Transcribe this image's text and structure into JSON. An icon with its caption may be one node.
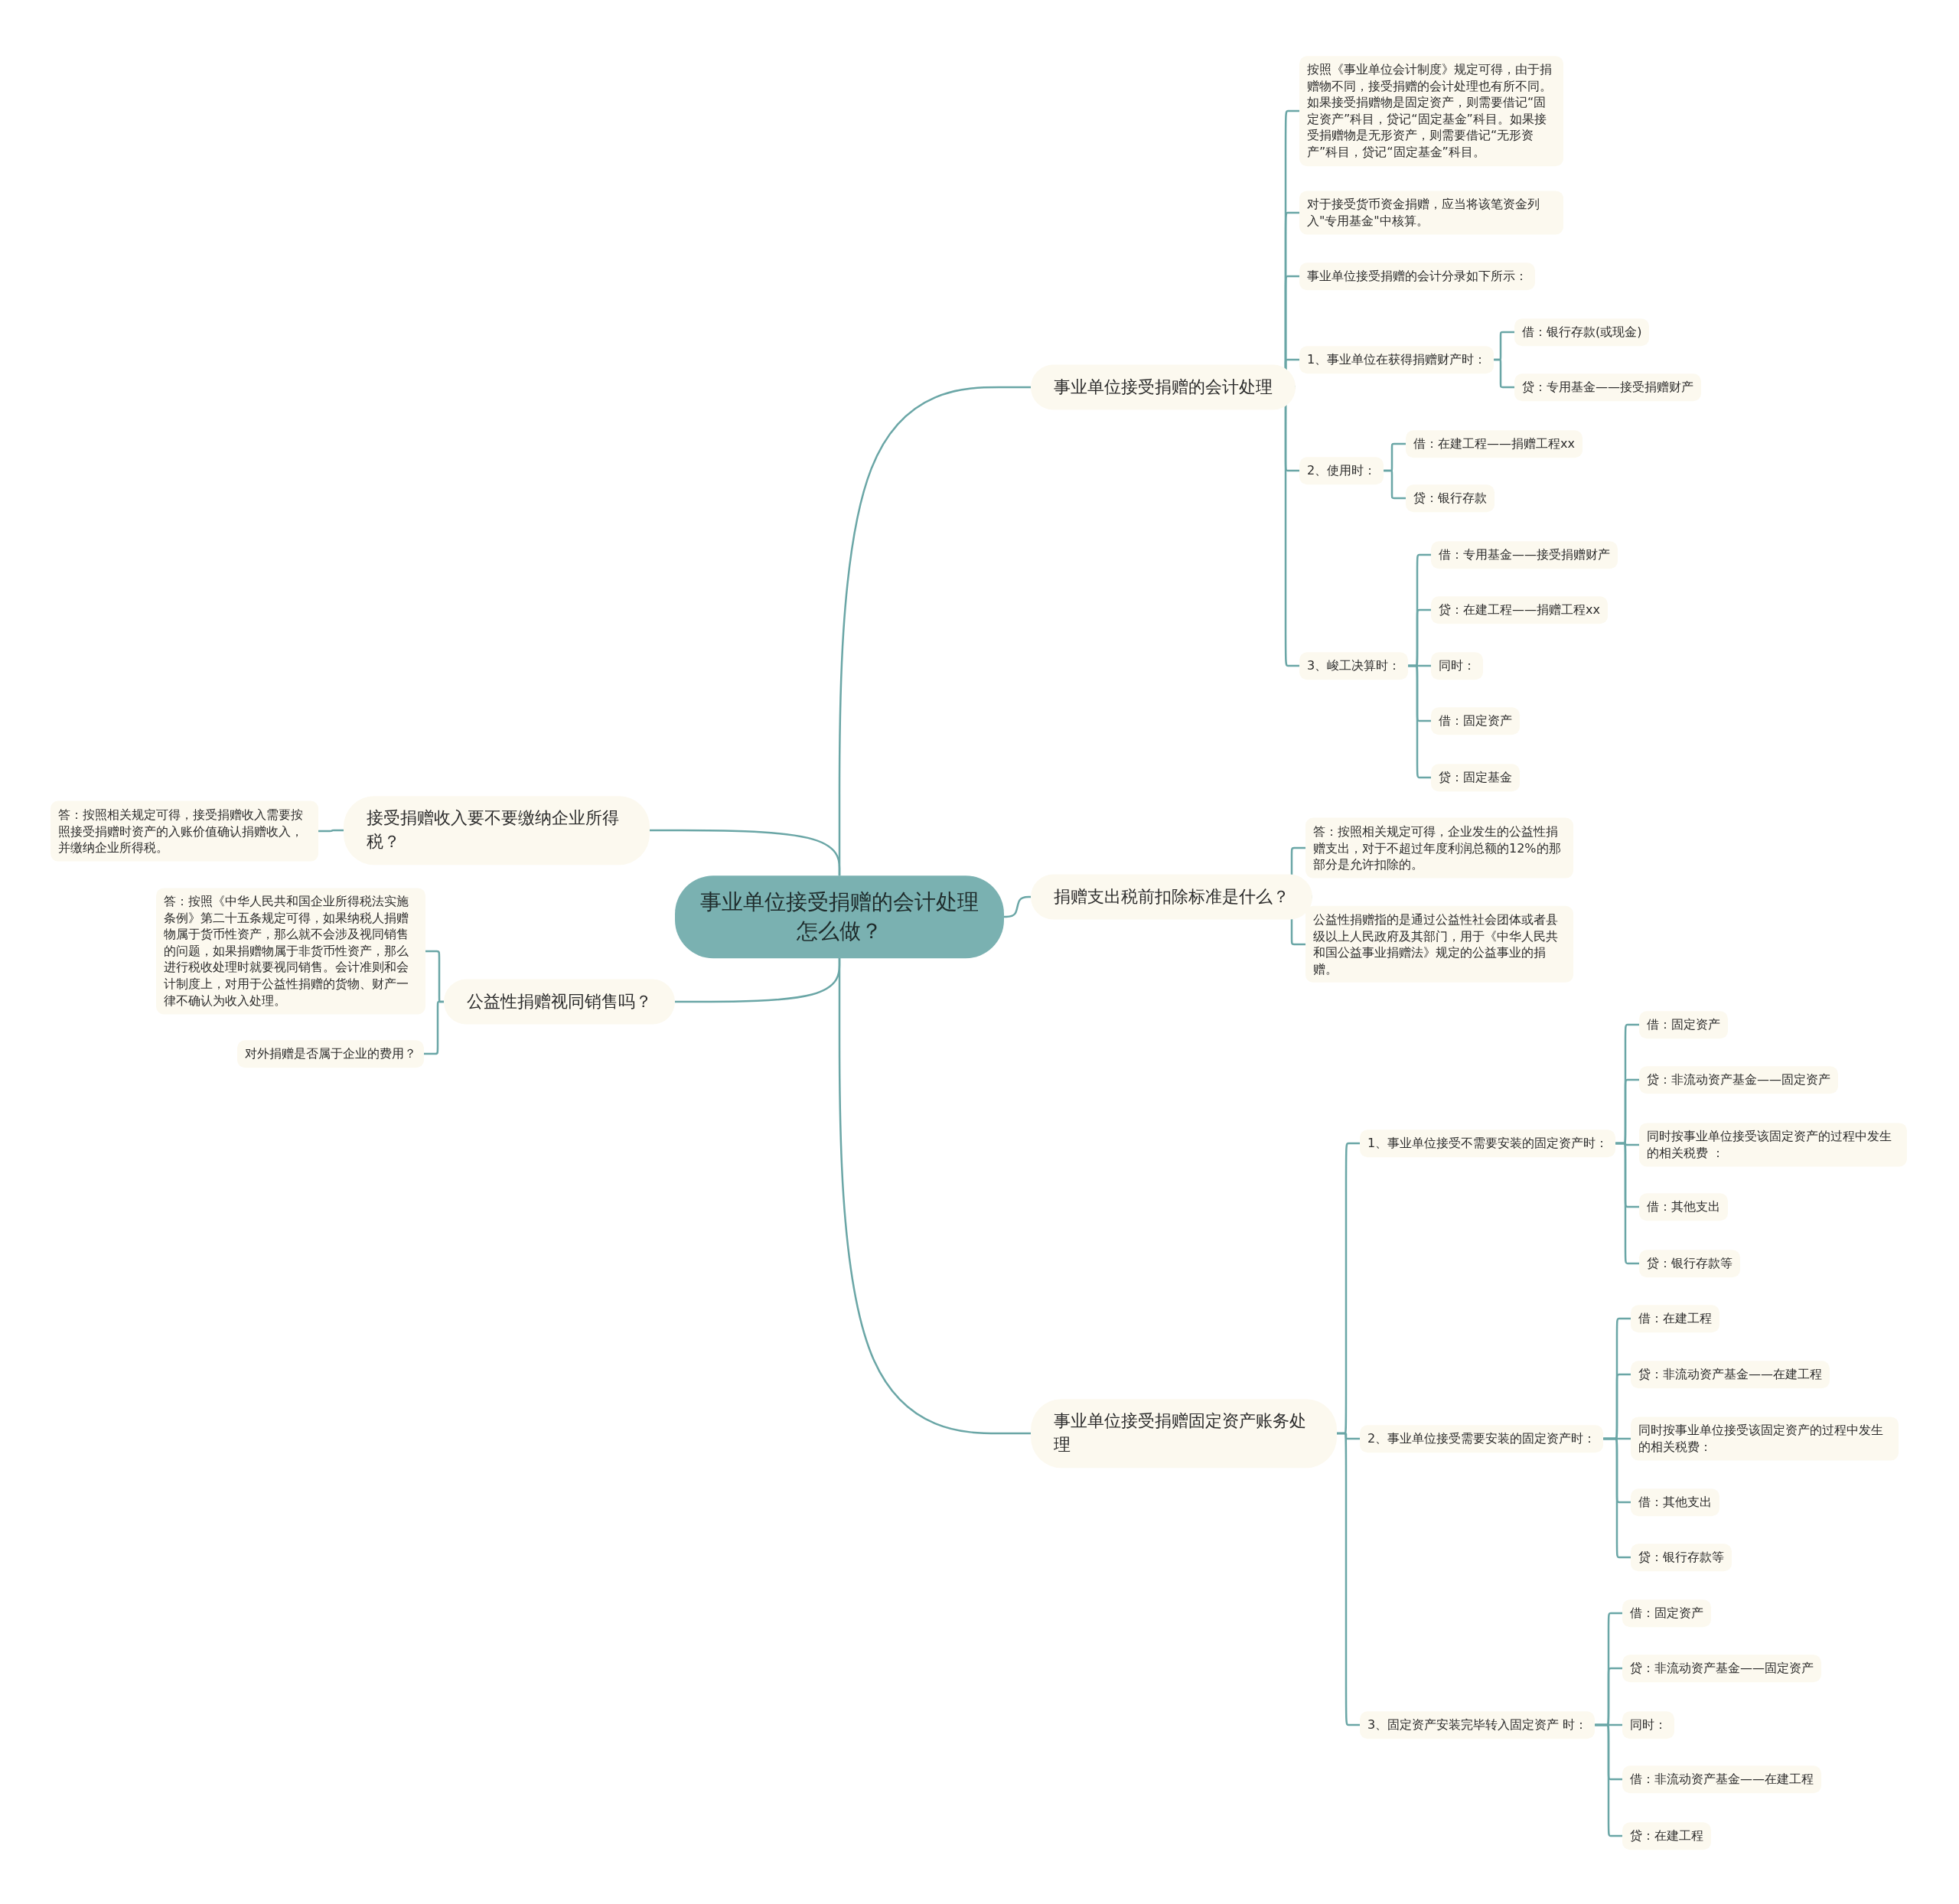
{
  "diagram": {
    "nodes": [
      {
        "text": [
          "事业单位接受捐赠的会计处理怎么做？"
        ]
      },
      {
        "text": [
          "事业单位接受捐赠的会计处理"
        ]
      },
      {
        "text": [
          "按照《事业单位会计制度》规定可得，由于捐赠物不同，接受捐赠的会计处理也有所不同。如果接受捐赠物是固定资产，则需要借记“固定资产”科目，贷记“固定基金”科目。如果接受捐赠物是无形资产，则需要借记“无形资产”科目，贷记“固定基金”科目。"
        ]
      },
      {
        "text": [
          "对于接受货币资金捐赠，应当将该笔资金列入\"专用基金\"中核算。"
        ]
      },
      {
        "text": [
          "事业单位接受捐赠的会计分录如下所示："
        ]
      },
      {
        "text": [
          "1、事业单位在获得捐赠财产时："
        ]
      },
      {
        "text": [
          "借：银行存款(或现金)"
        ]
      },
      {
        "text": [
          "贷：专用基金——接受捐赠财产"
        ]
      },
      {
        "text": [
          "2、使用时："
        ]
      },
      {
        "text": [
          "借：在建工程——捐赠工程xx"
        ]
      },
      {
        "text": [
          "贷：银行存款"
        ]
      },
      {
        "text": [
          "3、峻工决算时："
        ]
      },
      {
        "text": [
          "借：专用基金——接受捐赠财产"
        ]
      },
      {
        "text": [
          "贷：在建工程——捐赠工程xx"
        ]
      },
      {
        "text": [
          "同时："
        ]
      },
      {
        "text": [
          "借：固定资产"
        ]
      },
      {
        "text": [
          "贷：固定基金"
        ]
      },
      {
        "text": [
          "捐赠支出税前扣除标准是什么？"
        ]
      },
      {
        "text": [
          "答：按照相关规定可得，企业发生的公益性捐赠支出，对于不超过年度利润总额的12%的那部分是允许扣除的。"
        ]
      },
      {
        "text": [
          "公益性捐赠指的是通过公益性社会团体或者县级以上人民政府及其部门，用于《中华人民共和国公益事业捐赠法》规定的公益事业的捐赠。"
        ]
      },
      {
        "text": [
          "事业单位接受捐赠固定资产账务处理"
        ]
      },
      {
        "text": [
          "1、事业单位接受不需要安装的固定资产时："
        ]
      },
      {
        "text": [
          "借：固定资产"
        ]
      },
      {
        "text": [
          "贷：非流动资产基金——固定资产"
        ]
      },
      {
        "text": [
          "同时按事业单位接受该固定资产的过程中发生的相关税费 ："
        ]
      },
      {
        "text": [
          "借：其他支出"
        ]
      },
      {
        "text": [
          "贷：银行存款等"
        ]
      },
      {
        "text": [
          "2、事业单位接受需要安装的固定资产时："
        ]
      },
      {
        "text": [
          "借：在建工程"
        ]
      },
      {
        "text": [
          "贷：非流动资产基金——在建工程"
        ]
      },
      {
        "text": [
          "同时按事业单位接受该固定资产的过程中发生的相关税费："
        ]
      },
      {
        "text": [
          "借：其他支出"
        ]
      },
      {
        "text": [
          "贷：银行存款等"
        ]
      },
      {
        "text": [
          "3、固定资产安装完毕转入固定资产 时："
        ]
      },
      {
        "text": [
          "借：固定资产"
        ]
      },
      {
        "text": [
          "贷：非流动资产基金——固定资产"
        ]
      },
      {
        "text": [
          "同时："
        ]
      },
      {
        "text": [
          "借：非流动资产基金——在建工程"
        ]
      },
      {
        "text": [
          "贷：在建工程"
        ]
      },
      {
        "text": [
          "接受捐赠收入要不要缴纳企业所得税？"
        ]
      },
      {
        "text": [
          "答：按照相关规定可得，接受捐赠收入需要按照接受捐赠时资产的入账价值确认捐赠收入，并缴纳企业所得税。"
        ]
      },
      {
        "text": [
          "公益性捐赠视同销售吗？"
        ]
      },
      {
        "text": [
          "答：按照《中华人民共和国企业所得税法实施条例》第二十五条规定可得，如果纳税人捐赠物属于货币性资产，那么就不会涉及视同销售的问题，如果捐赠物属于非货币性资产，那么进行税收处理时就要视同销售。会计准则和会计制度上，对用于公益性捐赠的货物、财产一律不确认为收入处理。"
        ]
      },
      {
        "text": [
          "对外捐赠是否属于企业的费用？"
        ]
      }
    ],
    "edges": [
      {
        "from": 0,
        "to": 1,
        "arrow": "none"
      },
      {
        "from": 1,
        "to": 2,
        "arrow": "none"
      },
      {
        "from": 1,
        "to": 3,
        "arrow": "none"
      },
      {
        "from": 1,
        "to": 4,
        "arrow": "none"
      },
      {
        "from": 1,
        "to": 5,
        "arrow": "none"
      },
      {
        "from": 5,
        "to": 6,
        "arrow": "none"
      },
      {
        "from": 5,
        "to": 7,
        "arrow": "none"
      },
      {
        "from": 1,
        "to": 8,
        "arrow": "none"
      },
      {
        "from": 8,
        "to": 9,
        "arrow": "none"
      },
      {
        "from": 8,
        "to": 10,
        "arrow": "none"
      },
      {
        "from": 1,
        "to": 11,
        "arrow": "none"
      },
      {
        "from": 11,
        "to": 12,
        "arrow": "none"
      },
      {
        "from": 11,
        "to": 13,
        "arrow": "none"
      },
      {
        "from": 11,
        "to": 14,
        "arrow": "none"
      },
      {
        "from": 11,
        "to": 15,
        "arrow": "none"
      },
      {
        "from": 11,
        "to": 16,
        "arrow": "none"
      },
      {
        "from": 0,
        "to": 17,
        "arrow": "none"
      },
      {
        "from": 17,
        "to": 18,
        "arrow": "none"
      },
      {
        "from": 17,
        "to": 19,
        "arrow": "none"
      },
      {
        "from": 0,
        "to": 20,
        "arrow": "none"
      },
      {
        "from": 20,
        "to": 21,
        "arrow": "none"
      },
      {
        "from": 21,
        "to": 22,
        "arrow": "none"
      },
      {
        "from": 21,
        "to": 23,
        "arrow": "none"
      },
      {
        "from": 21,
        "to": 24,
        "arrow": "none"
      },
      {
        "from": 21,
        "to": 25,
        "arrow": "none"
      },
      {
        "from": 21,
        "to": 26,
        "arrow": "none"
      },
      {
        "from": 20,
        "to": 27,
        "arrow": "none"
      },
      {
        "from": 27,
        "to": 28,
        "arrow": "none"
      },
      {
        "from": 27,
        "to": 29,
        "arrow": "none"
      },
      {
        "from": 27,
        "to": 30,
        "arrow": "none"
      },
      {
        "from": 27,
        "to": 31,
        "arrow": "none"
      },
      {
        "from": 27,
        "to": 32,
        "arrow": "none"
      },
      {
        "from": 20,
        "to": 33,
        "arrow": "none"
      },
      {
        "from": 33,
        "to": 34,
        "arrow": "none"
      },
      {
        "from": 33,
        "to": 35,
        "arrow": "none"
      },
      {
        "from": 33,
        "to": 36,
        "arrow": "none"
      },
      {
        "from": 33,
        "to": 37,
        "arrow": "none"
      },
      {
        "from": 33,
        "to": 38,
        "arrow": "none"
      },
      {
        "from": 0,
        "to": 39,
        "arrow": "none"
      },
      {
        "from": 39,
        "to": 40,
        "arrow": "none"
      },
      {
        "from": 0,
        "to": 41,
        "arrow": "none"
      },
      {
        "from": 41,
        "to": 42,
        "arrow": "none"
      },
      {
        "from": 41,
        "to": 43,
        "arrow": "none"
      }
    ]
  }
}
